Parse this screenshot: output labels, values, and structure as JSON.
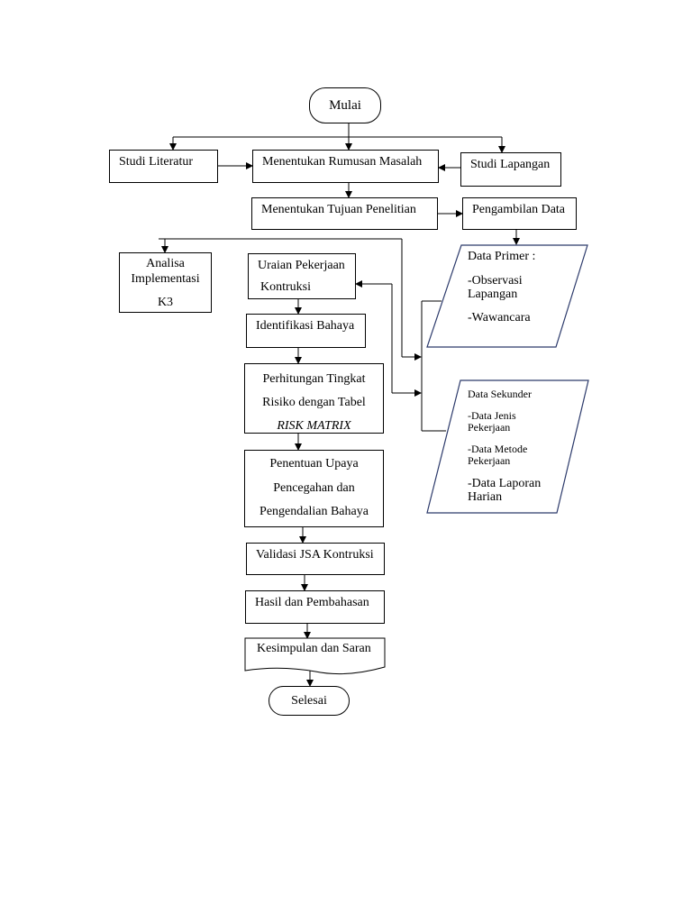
{
  "nodes": {
    "start": "Mulai",
    "studi_literatur": "Studi Literatur",
    "rumusan_masalah": "Menentukan Rumusan Masalah",
    "studi_lapangan": "Studi Lapangan",
    "tujuan_penelitian": "Menentukan Tujuan Penelitian",
    "pengambilan_data": "Pengambilan Data",
    "analisa": [
      "Analisa",
      "Implementasi",
      "K3"
    ],
    "uraian": [
      "Uraian Pekerjaan",
      "Kontruksi"
    ],
    "identifikasi": "Identifikasi Bahaya",
    "perhitungan": [
      "Perhitungan Tingkat",
      "Risiko dengan Tabel",
      "RISK MATRIX"
    ],
    "penentuan": [
      "Penentuan Upaya",
      "Pencegahan dan",
      "Pengendalian Bahaya"
    ],
    "validasi": "Validasi JSA Kontruksi",
    "hasil": "Hasil dan Pembahasan",
    "kesimpulan": "Kesimpulan dan Saran",
    "end": "Selesai"
  },
  "data_primer": {
    "title": "Data Primer :",
    "items": [
      "-Observasi",
      "Lapangan",
      "-Wawancara"
    ]
  },
  "data_sekunder": {
    "title": "Data Sekunder",
    "items": [
      "-Data Jenis",
      "Pekerjaan",
      "-Data Metode",
      "Pekerjaan",
      "-Data Laporan",
      "Harian"
    ]
  }
}
